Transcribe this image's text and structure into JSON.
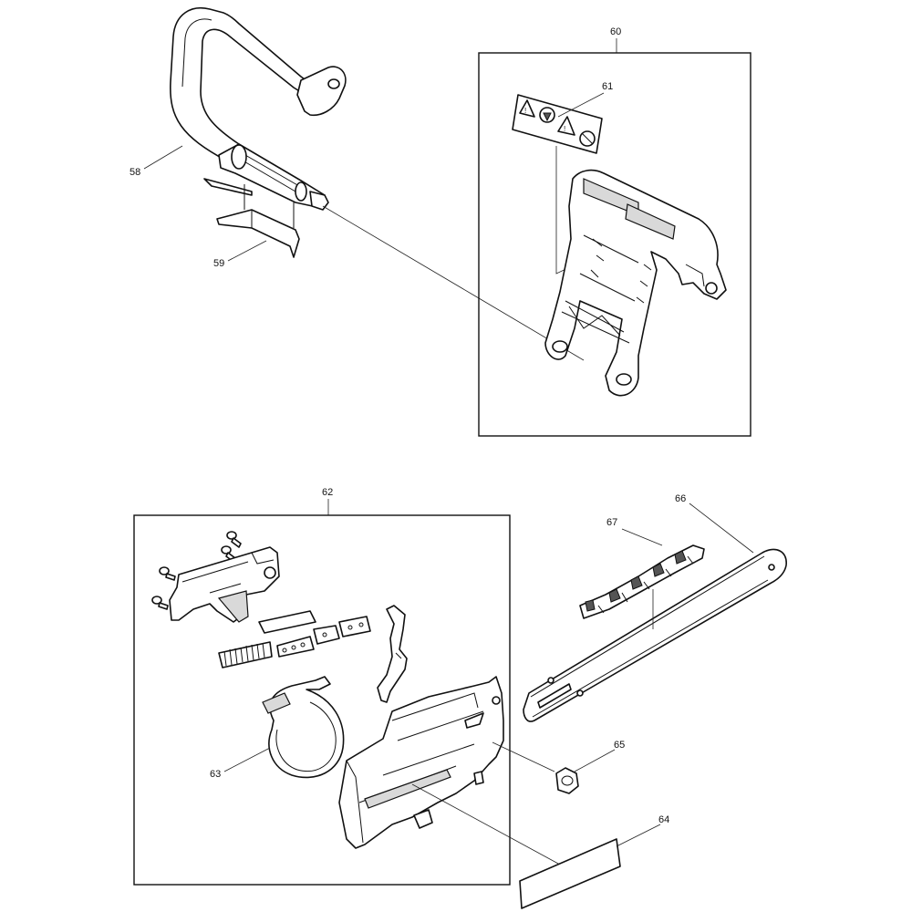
{
  "callouts": {
    "c58": "58",
    "c59": "59",
    "c60": "60",
    "c61": "61",
    "c62": "62",
    "c63": "63",
    "c64": "64",
    "c65": "65",
    "c66": "66",
    "c67": "67"
  },
  "icons": {
    "label_61_symbols": [
      "warning-triangle-icon",
      "read-manual-icon",
      "warning-triangle-icon",
      "prohibition-icon"
    ]
  },
  "colors": {
    "line": "#111111",
    "background": "#ffffff",
    "shade": "#d9d9d9"
  }
}
